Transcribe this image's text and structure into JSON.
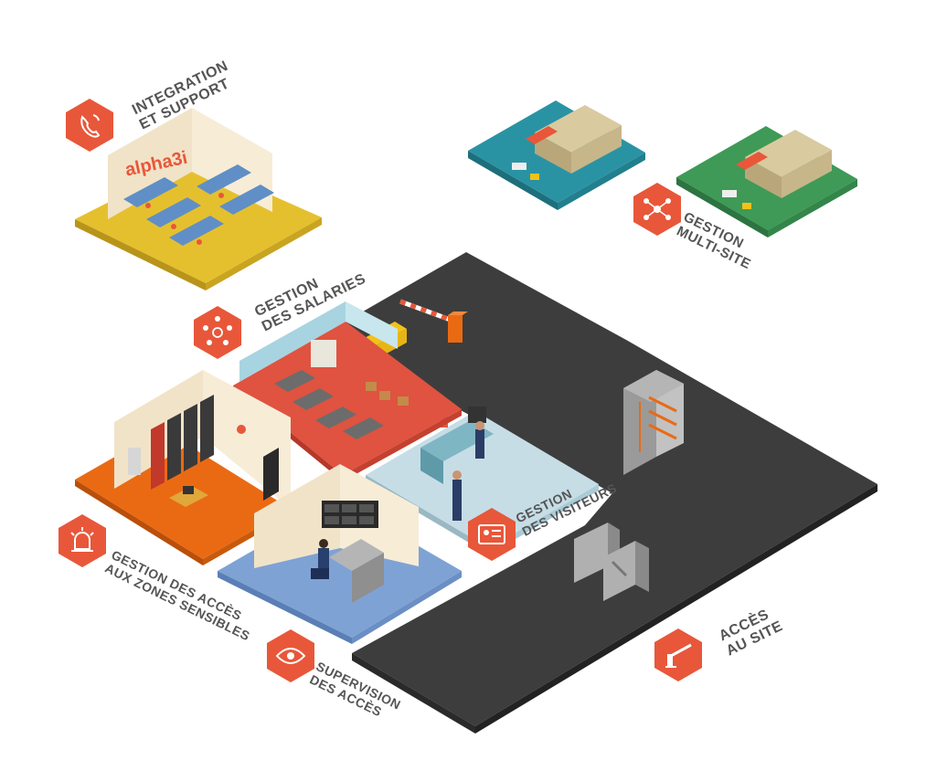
{
  "logo_text": "alpha3i",
  "colors": {
    "accent": "#e8573a",
    "label": "#555555",
    "road": "#3d3d3d",
    "yellow_room": "#e5c02e",
    "red_room": "#df5340",
    "orange_room": "#ea6a13",
    "blue_room": "#7fa2d5",
    "light_blue_room": "#c6dde6",
    "teal_site": "#2a93a3",
    "green_site": "#3e9a56"
  },
  "labels": [
    {
      "id": "integration",
      "icon": "phone-icon",
      "lines": [
        "INTEGRATION",
        "ET SUPPORT"
      ]
    },
    {
      "id": "multisite",
      "icon": "network-icon",
      "lines": [
        "GESTION",
        "MULTI-SITE"
      ]
    },
    {
      "id": "salaries",
      "icon": "people-network-icon",
      "lines": [
        "GESTION",
        "DES SALARIES"
      ]
    },
    {
      "id": "visiteurs",
      "icon": "id-card-icon",
      "lines": [
        "GESTION",
        "DES VISITEURS"
      ]
    },
    {
      "id": "zones",
      "icon": "alarm-icon",
      "lines": [
        "GESTION DES ACCÈS",
        "AUX ZONES SENSIBLES"
      ]
    },
    {
      "id": "supervision",
      "icon": "eye-icon",
      "lines": [
        "SUPERVISION",
        "DES ACCÈS"
      ]
    },
    {
      "id": "site",
      "icon": "barrier-icon",
      "lines": [
        "ACCÈS",
        "AU SITE"
      ]
    }
  ]
}
